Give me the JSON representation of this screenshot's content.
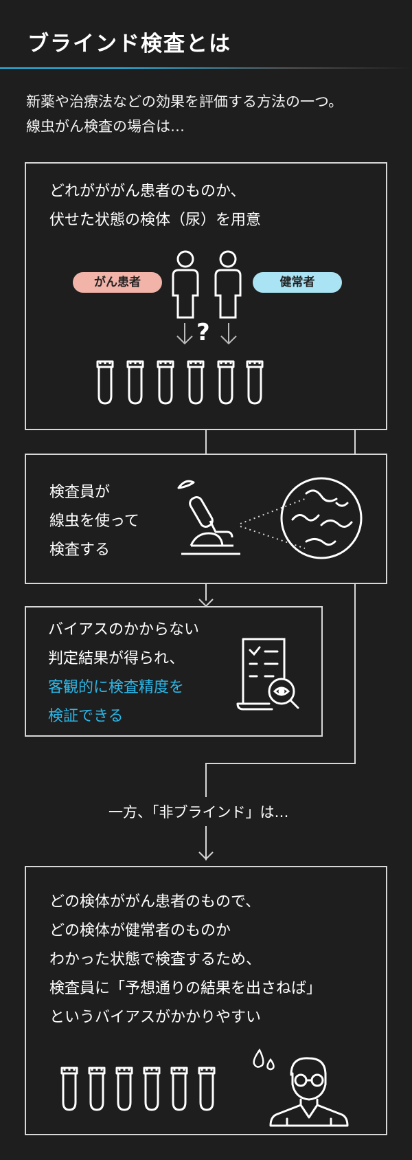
{
  "title": "ブラインド検査とは",
  "intro": {
    "line1": "新薬や治療法などの効果を評価する方法の一つ。",
    "line2": "線虫がん検査の場合は…"
  },
  "box1": {
    "line1": "どれがががん患者のものか、",
    "line2": "伏せた状態の検体（尿）を用意",
    "label_cancer": "がん患者",
    "label_healthy": "健常者",
    "question": "?",
    "color_cancer": "#f2b3a8",
    "color_healthy": "#a9e3f4"
  },
  "box2": {
    "line1": "検査員が",
    "line2": "線虫を使って",
    "line3": "検査する"
  },
  "box3": {
    "line1": "バイアスのかからない",
    "line2": "判定結果が得られ、",
    "line3": "客観的に検査精度を",
    "line4": "検証できる",
    "accent": "#2bb7e8"
  },
  "mid_label": "一方、「非ブラインド」は…",
  "box4": {
    "line1": "どの検体ががん患者のもので、",
    "line2": "どの検体が健常者のものか",
    "line3": "わかった状態で検査するため、",
    "line4": "検査員に「予想通りの結果を出さねば」",
    "line5": "というバイアスがかかりやすい"
  },
  "icons": [
    "person-icon",
    "test-tube-icon",
    "microscope-icon",
    "petri-dish-icon",
    "report-icon",
    "magnifier-eye-icon",
    "researcher-icon",
    "sweat-drop-icon"
  ]
}
